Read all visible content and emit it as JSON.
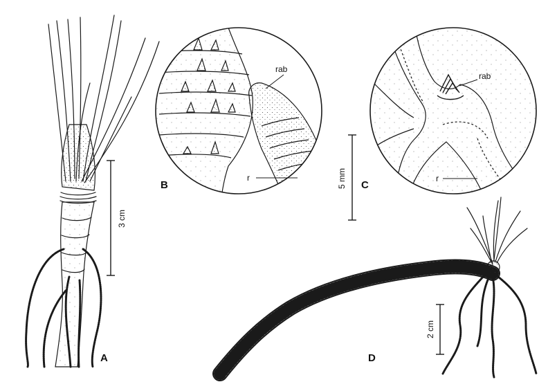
{
  "panels": {
    "a": {
      "label": "A"
    },
    "b": {
      "label": "B",
      "callout_rab": "rab",
      "callout_r": "r"
    },
    "c": {
      "label": "C",
      "callout_rab": "rab",
      "callout_r": "r"
    },
    "d": {
      "label": "D"
    }
  },
  "scale_bars": {
    "a": {
      "label": "3 cm"
    },
    "bc": {
      "label": "5 mm"
    },
    "d": {
      "label": "2 cm"
    }
  },
  "colors": {
    "ink": "#1a1a1a",
    "paper": "#ffffff"
  }
}
